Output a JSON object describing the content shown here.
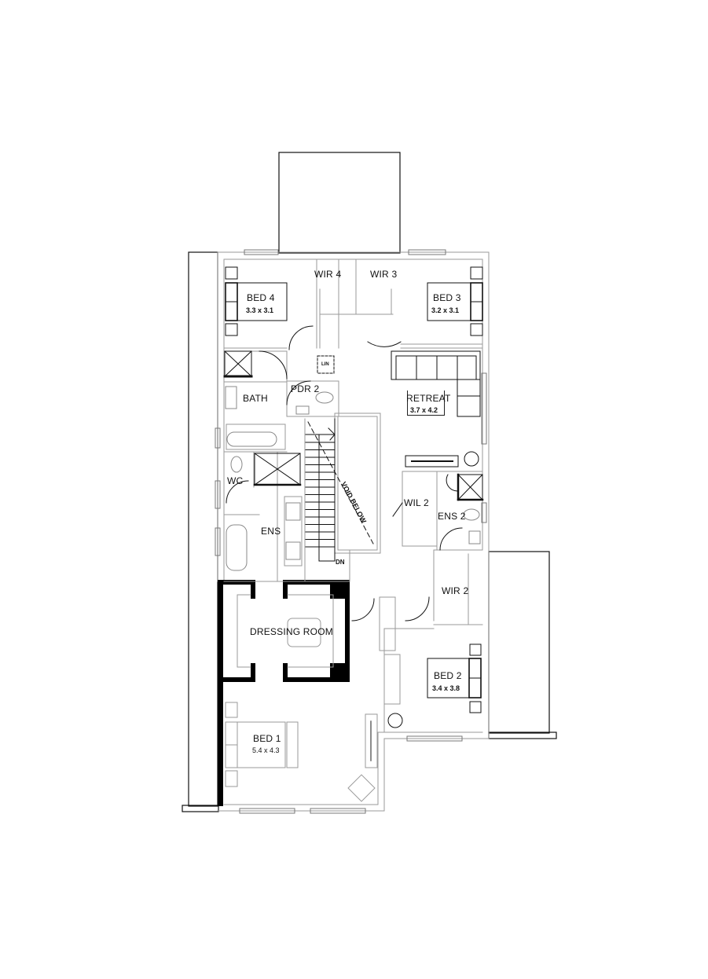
{
  "plan": {
    "type": "upper floor plan",
    "colors": {
      "wall": "#111111",
      "interior_wall": "#9a9a9a",
      "fixture": "#444444",
      "solid_wall": "#000000"
    },
    "rooms": [
      {
        "id": "bed4",
        "name": "BED 4",
        "dimensions": "3.3 x 3.1"
      },
      {
        "id": "wir4",
        "name": "WIR 4"
      },
      {
        "id": "wir3",
        "name": "WIR 3"
      },
      {
        "id": "bed3",
        "name": "BED 3",
        "dimensions": "3.2 x 3.1"
      },
      {
        "id": "bath",
        "name": "BATH"
      },
      {
        "id": "pdr2",
        "name": "PDR 2"
      },
      {
        "id": "retreat",
        "name": "RETREAT",
        "dimensions": "3.7 x 4.2"
      },
      {
        "id": "wc",
        "name": "WC"
      },
      {
        "id": "ens",
        "name": "ENS"
      },
      {
        "id": "wil2",
        "name": "WIL 2"
      },
      {
        "id": "ens2",
        "name": "ENS 2"
      },
      {
        "id": "wir2",
        "name": "WIR 2"
      },
      {
        "id": "dressing",
        "name": "DRESSING ROOM"
      },
      {
        "id": "bed2",
        "name": "BED 2",
        "dimensions": "3.4 x 3.8"
      },
      {
        "id": "bed1",
        "name": "BED 1",
        "dimensions": "5.4 x 4.3"
      }
    ],
    "annotations": {
      "void": "VOID BELOW",
      "stair": "DN",
      "linen": "LIN"
    }
  }
}
